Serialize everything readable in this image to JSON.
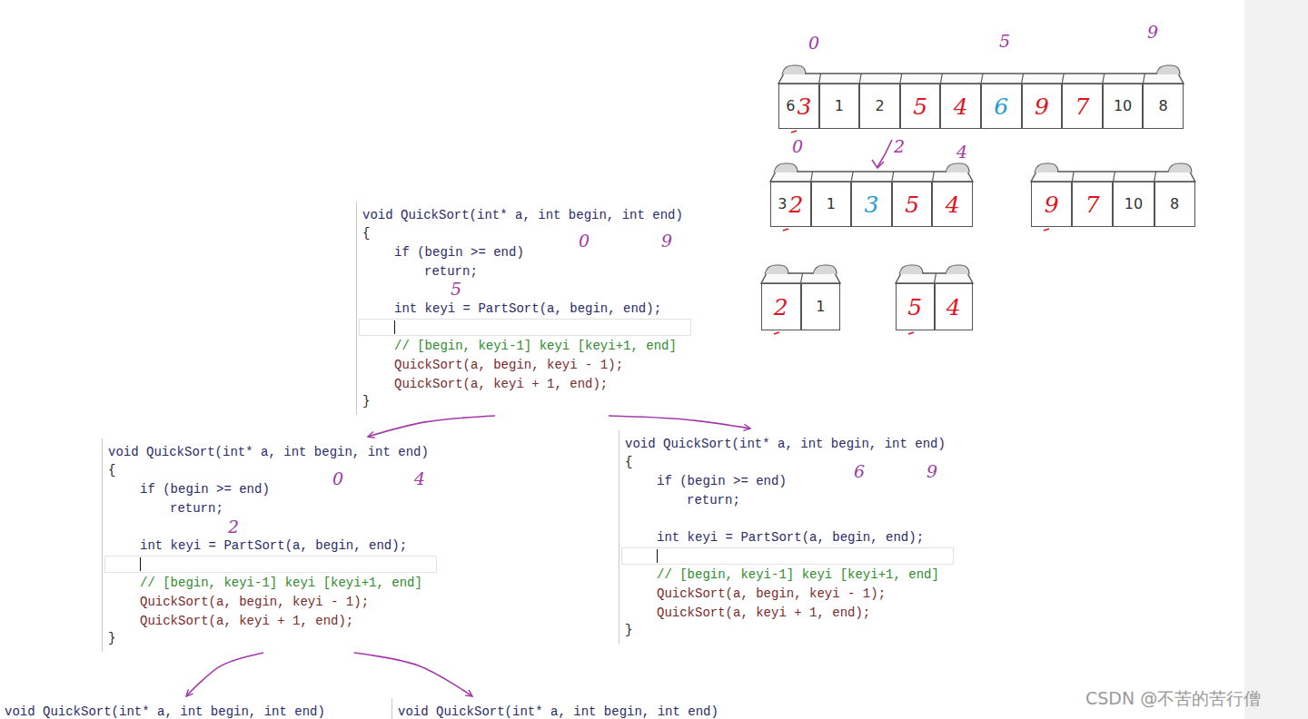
{
  "diagram": {
    "nodes": [
      {
        "text": [
          "6",
          "3"
        ]
      },
      {
        "text": [
          "1"
        ]
      },
      {
        "text": [
          "2"
        ]
      },
      {
        "text": [
          "5"
        ]
      },
      {
        "text": [
          "4"
        ]
      },
      {
        "text": [
          "6"
        ]
      },
      {
        "text": [
          "9"
        ]
      },
      {
        "text": [
          "7"
        ]
      },
      {
        "text": [
          "10"
        ]
      },
      {
        "text": [
          "8"
        ]
      },
      {
        "text": [
          "3",
          "2"
        ]
      },
      {
        "text": [
          "1"
        ]
      },
      {
        "text": [
          "3"
        ]
      },
      {
        "text": [
          "5"
        ]
      },
      {
        "text": [
          "4"
        ]
      },
      {
        "text": [
          "9"
        ]
      },
      {
        "text": [
          "7"
        ]
      },
      {
        "text": [
          "10"
        ]
      },
      {
        "text": [
          "8"
        ]
      },
      {
        "text": [
          "2"
        ]
      },
      {
        "text": [
          "1"
        ]
      },
      {
        "text": [
          "5"
        ]
      },
      {
        "text": [
          "4"
        ]
      },
      {
        "text": [
          "void QuickSort(int* a, int begin, int end)",
          "{",
          "if (begin >= end)",
          "return;",
          "int keyi = PartSort(a, begin, end);",
          "// [begin, keyi-1] keyi [keyi+1, end]",
          "QuickSort(a, begin, keyi - 1);",
          "QuickSort(a, keyi + 1, end);",
          "}"
        ]
      },
      {
        "text": [
          "void QuickSort(int* a, int begin, int end)",
          "{",
          "if (begin >= end)",
          "return;",
          "int keyi = PartSort(a, begin, end);",
          "// [begin, keyi-1] keyi [keyi+1, end]",
          "QuickSort(a, begin, keyi - 1);",
          "QuickSort(a, keyi + 1, end);",
          "}"
        ]
      },
      {
        "text": [
          "void QuickSort(int* a, int begin, int end)",
          "{",
          "if (begin >= end)",
          "return;",
          "int keyi = PartSort(a, begin, end);",
          "// [begin, keyi-1] keyi [keyi+1, end]",
          "QuickSort(a, begin, keyi - 1);",
          "QuickSort(a, keyi + 1, end);",
          "}"
        ]
      },
      {
        "text": [
          "void QuickSort(int* a, int begin, int end)"
        ]
      },
      {
        "text": [
          "void QuickSort(int* a, int begin, int end)"
        ]
      }
    ],
    "edges": [
      {
        "from": 23,
        "to": 24,
        "arrow": "to"
      },
      {
        "from": 23,
        "to": 25,
        "arrow": "to"
      },
      {
        "from": 24,
        "to": 26,
        "arrow": "to"
      },
      {
        "from": 24,
        "to": 27,
        "arrow": "to"
      }
    ],
    "labels": [
      "0",
      "5",
      "9",
      "0",
      "2",
      "4",
      "0",
      "9",
      "5",
      "0",
      "4",
      "2",
      "6",
      "9",
      "CSDN @不苦的苦行僧"
    ]
  }
}
